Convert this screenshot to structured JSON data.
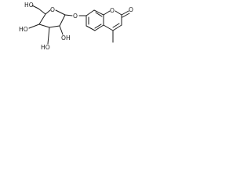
{
  "molecule": {
    "atom_labels": {
      "ho_top": "HO",
      "o_ring_sugar": "O",
      "o_glycosidic": "O",
      "o_lactone_ring": "O",
      "o_carbonyl": "O",
      "ho_left": "HO",
      "oh_middle": "OH",
      "ho_bottom": "HO"
    },
    "colors": {
      "line": "#1a1a1a",
      "background": "#ffffff"
    }
  }
}
